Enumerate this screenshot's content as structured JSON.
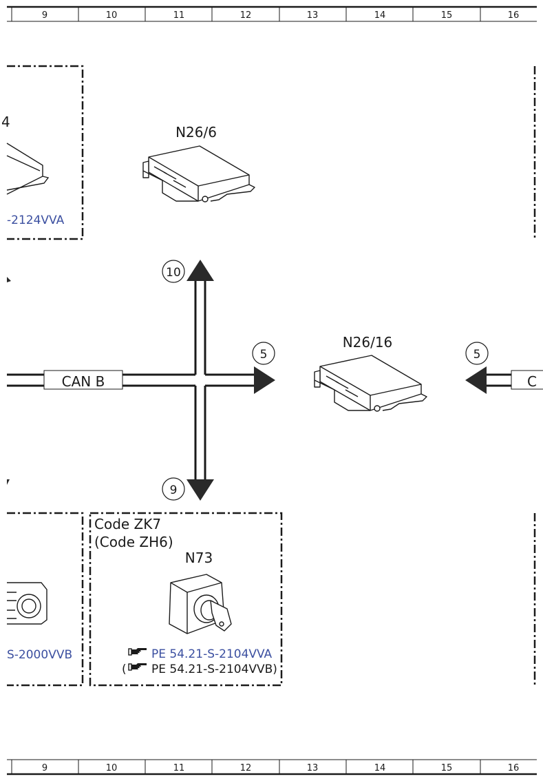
{
  "ruler_top": [
    "9",
    "10",
    "11",
    "12",
    "13",
    "14",
    "15",
    "16"
  ],
  "ruler_bottom": [
    "9",
    "10",
    "11",
    "12",
    "13",
    "14",
    "15",
    "16"
  ],
  "components": {
    "n26_6": "N26/6",
    "n26_16": "N26/16",
    "n73": "N73",
    "cut_left_top": "4",
    "cut_left_top_ref": "-2124VVA",
    "cut_left_bottom_ref": "S-2000VVB"
  },
  "bus": {
    "label_left": "CAN B",
    "label_right": "C"
  },
  "markers": {
    "up": "10",
    "down": "9",
    "right": "5",
    "right_in": "5"
  },
  "zk7_box": {
    "code_line1": "Code ZK7",
    "code_line2": "(Code ZH6)",
    "ref1": "PE 54.21-S-2104VVA",
    "ref2_prefix": "(",
    "ref2": "PE 54.21-S-2104VVB)"
  },
  "colors": {
    "link": "#3b4fa0",
    "line": "#1a1a1a",
    "arrow_fill": "#2a2a2a"
  },
  "icons": [
    "reference-hand-icon"
  ]
}
